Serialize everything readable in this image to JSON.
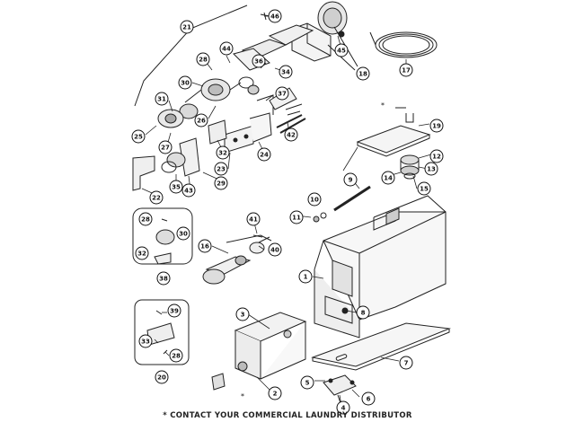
{
  "diagram": {
    "footer_note": "* CONTACT YOUR COMMERCIAL LAUNDRY DISTRIBUTOR",
    "star_marker": "*",
    "callouts": [
      {
        "id": "21",
        "label": "21"
      },
      {
        "id": "46",
        "label": "46"
      },
      {
        "id": "44",
        "label": "44"
      },
      {
        "id": "36",
        "label": "36"
      },
      {
        "id": "34",
        "label": "34"
      },
      {
        "id": "28a",
        "label": "28"
      },
      {
        "id": "30a",
        "label": "30"
      },
      {
        "id": "26",
        "label": "26"
      },
      {
        "id": "37",
        "label": "37"
      },
      {
        "id": "31",
        "label": "31"
      },
      {
        "id": "25",
        "label": "25"
      },
      {
        "id": "27",
        "label": "27"
      },
      {
        "id": "32a",
        "label": "32"
      },
      {
        "id": "23",
        "label": "23"
      },
      {
        "id": "24",
        "label": "24"
      },
      {
        "id": "42",
        "label": "42"
      },
      {
        "id": "35",
        "label": "35"
      },
      {
        "id": "43",
        "label": "43"
      },
      {
        "id": "29",
        "label": "29"
      },
      {
        "id": "22",
        "label": "22"
      },
      {
        "id": "45",
        "label": "45"
      },
      {
        "id": "18",
        "label": "18"
      },
      {
        "id": "17",
        "label": "17"
      },
      {
        "id": "19",
        "label": "19"
      },
      {
        "id": "12",
        "label": "12"
      },
      {
        "id": "13",
        "label": "13"
      },
      {
        "id": "14",
        "label": "14"
      },
      {
        "id": "15",
        "label": "15"
      },
      {
        "id": "9",
        "label": "9"
      },
      {
        "id": "10",
        "label": "10"
      },
      {
        "id": "11",
        "label": "11"
      },
      {
        "id": "28b",
        "label": "28"
      },
      {
        "id": "30b",
        "label": "30"
      },
      {
        "id": "32b",
        "label": "32"
      },
      {
        "id": "38",
        "label": "38"
      },
      {
        "id": "41",
        "label": "41"
      },
      {
        "id": "40",
        "label": "40"
      },
      {
        "id": "16",
        "label": "16"
      },
      {
        "id": "1",
        "label": "1"
      },
      {
        "id": "8",
        "label": "8"
      },
      {
        "id": "39",
        "label": "39"
      },
      {
        "id": "33",
        "label": "33"
      },
      {
        "id": "28c",
        "label": "28"
      },
      {
        "id": "20",
        "label": "20"
      },
      {
        "id": "3",
        "label": "3"
      },
      {
        "id": "2",
        "label": "2"
      },
      {
        "id": "7",
        "label": "7"
      },
      {
        "id": "5",
        "label": "5"
      },
      {
        "id": "6",
        "label": "6"
      },
      {
        "id": "4",
        "label": "4"
      }
    ]
  }
}
